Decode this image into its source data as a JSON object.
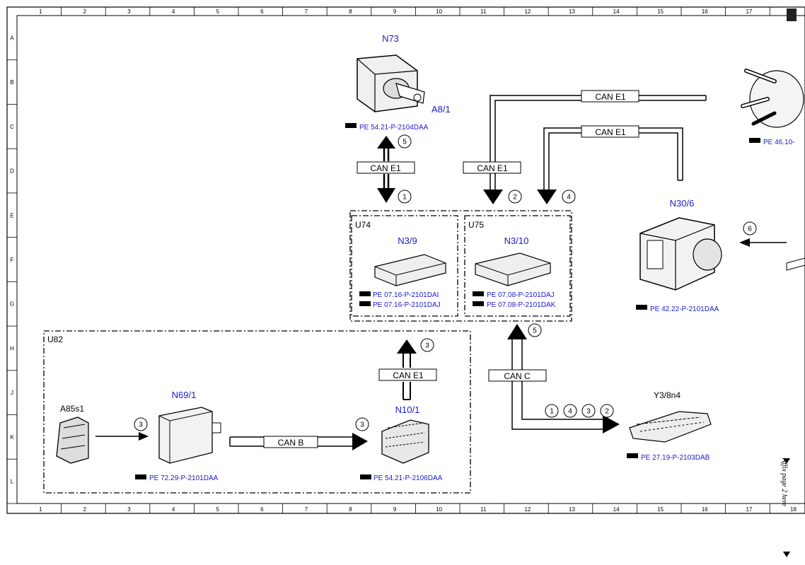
{
  "grid": {
    "columns": [
      "1",
      "2",
      "3",
      "4",
      "5",
      "6",
      "7",
      "8",
      "9",
      "10",
      "11",
      "12",
      "13",
      "14",
      "15",
      "16",
      "17",
      "18"
    ],
    "rows": [
      "A",
      "B",
      "C",
      "D",
      "E",
      "F",
      "G",
      "H",
      "J",
      "K",
      "L"
    ]
  },
  "components": {
    "n73": {
      "code": "N73",
      "sub": "A8/1",
      "ref": "PE 54.21-P-2104DAA"
    },
    "n3_9": {
      "code": "N3/9",
      "group": "U74",
      "refs": [
        "PE 07.16-P-2101DAI",
        "PE 07.16-P-2101DAJ"
      ]
    },
    "n3_10": {
      "code": "N3/10",
      "group": "U75",
      "refs": [
        "PE 07.08-P-2101DAJ",
        "PE 07.08-P-2101DAK"
      ]
    },
    "n30_6": {
      "code": "N30/6",
      "ref": "PE 42.22-P-2101DAA"
    },
    "steering": {
      "ref": "PE 46.10-"
    },
    "a85s1": {
      "code": "A85s1"
    },
    "n69_1": {
      "code": "N69/1",
      "ref": "PE 72.29-P-2101DAA"
    },
    "n10_1": {
      "code": "N10/1",
      "ref": "PE 54.21-P-2106DAA"
    },
    "y3_8n4": {
      "code": "Y3/8n4",
      "ref": "PE 27.19-P-2103DAB"
    },
    "u82": {
      "group": "U82"
    }
  },
  "buses": {
    "can_e1": "CAN E1",
    "can_c": "CAN C",
    "can_b": "CAN B"
  },
  "steps": {
    "s1": "1",
    "s2": "2",
    "s3": "3",
    "s4": "4",
    "s5": "5",
    "s6": "6"
  },
  "affix_note": "Affix page 2 here"
}
